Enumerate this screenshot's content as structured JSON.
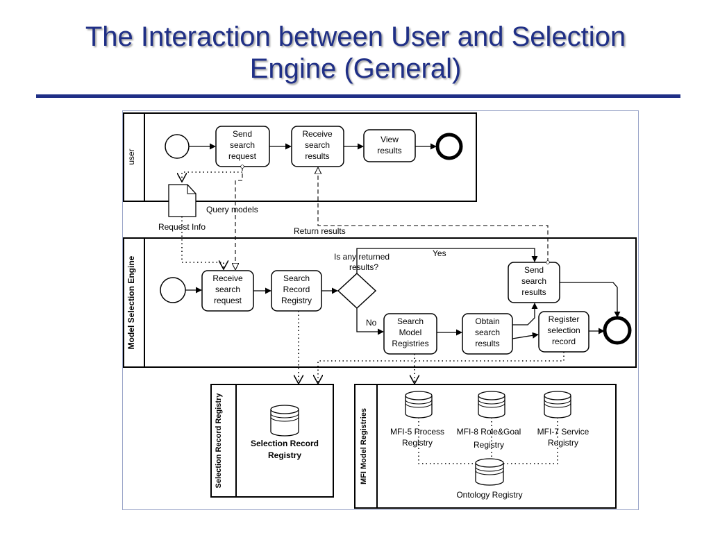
{
  "title": {
    "line1": "The Interaction between User and Selection",
    "line2": "Engine (General)"
  },
  "pools": {
    "user": "user",
    "engine": "Model Selection Engine",
    "record_registry": "Selection Record Registry",
    "mfi_registries": "MFI Model Registries"
  },
  "user_tasks": {
    "send_line1": "Send",
    "send_line2": "search",
    "send_line3": "request",
    "receive_line1": "Receive",
    "receive_line2": "search",
    "receive_line3": "results",
    "view_line1": "View",
    "view_line2": "results"
  },
  "engine_tasks": {
    "receive_line1": "Receive",
    "receive_line2": "search",
    "receive_line3": "request",
    "search_record_line1": "Search",
    "search_record_line2": "Record",
    "search_record_line3": "Registry",
    "search_model_line1": "Search",
    "search_model_line2": "Model",
    "search_model_line3": "Registries",
    "obtain_line1": "Obtain",
    "obtain_line2": "search",
    "obtain_line3": "results",
    "send_line1": "Send",
    "send_line2": "search",
    "send_line3": "results",
    "register_line1": "Register",
    "register_line2": "selection",
    "register_line3": "record"
  },
  "gateway": {
    "question_line1": "Is any returned",
    "question_line2": "results?",
    "yes": "Yes",
    "no": "No"
  },
  "messages": {
    "request_info": "Request Info",
    "query_models": "Query models",
    "return_results": "Return results"
  },
  "stores": {
    "selection_record_line1": "Selection Record",
    "selection_record_line2": "Registry",
    "mfi5_line1": "MFI-5 Process",
    "mfi5_line2": "Registry",
    "mfi8_line1": "MFI-8 Role&Goal",
    "mfi8_line2": "Registry",
    "mfi7_line1": "MFI-7 Service",
    "mfi7_line2": "Registry",
    "ontology": "Ontology Registry"
  },
  "colors": {
    "title": "#1f2f86",
    "rule": "#1f2f86",
    "line": "#000000",
    "task_fill": "#ffffff"
  }
}
